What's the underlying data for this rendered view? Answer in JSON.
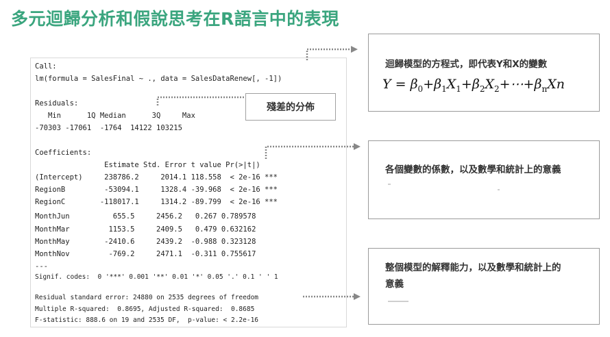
{
  "title": "多元迴歸分析和假說思考在R語言中的表現",
  "console": {
    "lines": [
      "Call:",
      "lm(formula = SalesFinal ~ ., data = SalesDataRenew[, -1])",
      "",
      "Residuals:",
      "   Min      1Q Median      3Q     Max",
      "-70303 -17061  -1764  14122 103215",
      "",
      "Coefficients:",
      "                Estimate Std. Error t value Pr(>|t|)",
      "(Intercept)     238786.2     2014.1 118.558  < 2e-16 ***",
      "RegionB         -53094.1     1328.4 -39.968  < 2e-16 ***",
      "RegionC        -118017.1     1314.2 -89.799  < 2e-16 ***",
      "MonthJun          655.5     2456.2   0.267 0.789578",
      "MonthMar         1153.5     2409.5   0.479 0.632162",
      "MonthMay        -2410.6     2439.2  -0.988 0.323128",
      "MonthNov         -769.2     2471.1  -0.311 0.755617",
      "---",
      "Signif. codes:  0 '***' 0.001 '**' 0.01 '*' 0.05 '.' 0.1 ' ' 1",
      "",
      "Residual standard error: 24880 on 2535 degrees of freedom",
      "Multiple R-squared:  0.8695, Adjusted R-squared:  0.8685",
      "F-statistic: 888.6 on 19 and 2535 DF,  p-value: < 2.2e-16"
    ]
  },
  "residual_callout": "殘差的分佈",
  "boxes": {
    "equation": {
      "title": "迴歸模型的方程式，即代表Y和X的變數",
      "formula": {
        "lhs": "Y",
        "eq": "=",
        "beta": "β",
        "x": "X",
        "n": "n",
        "sub0": "0",
        "sub1": "1",
        "sub2": "2",
        "plus": "+",
        "dots": "⋯",
        "last_x": "Xn"
      }
    },
    "coefficients": {
      "title": "各個變數的係數，以及數學和統計上的意義"
    },
    "model": {
      "title_line1": "整個模型的解釋能力，以及數學和統計上的",
      "title_line2": "意義"
    }
  }
}
